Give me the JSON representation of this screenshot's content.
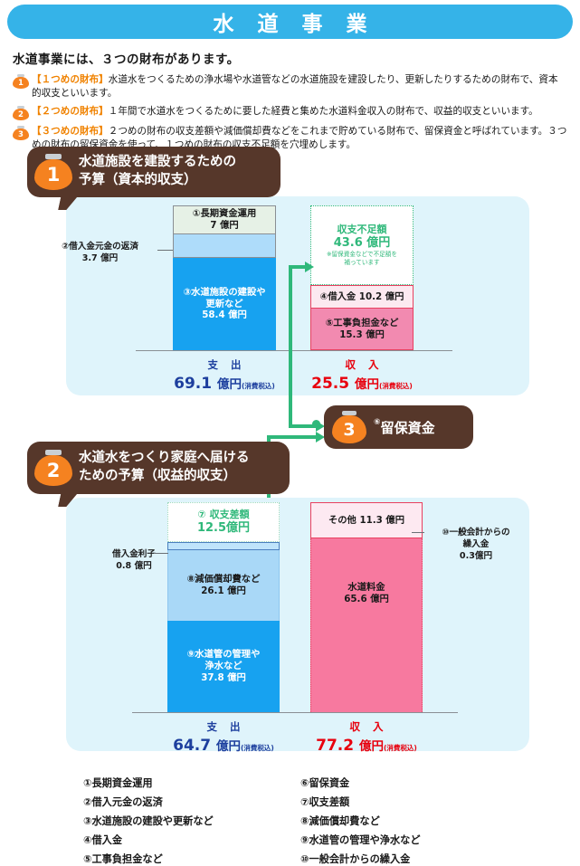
{
  "header": {
    "title": "水 道 事 業",
    "bar_color": "#35b3e8"
  },
  "intro": {
    "heading": "水道事業には、３つの財布があります。",
    "items": [
      {
        "num": "1",
        "tag": "【１つめの財布】",
        "text": "水道水をつくるための浄水場や水道管などの水道施設を建設したり、更新したりするための財布で、資本的収支といいます。"
      },
      {
        "num": "2",
        "tag": "【２つめの財布】",
        "text": "１年間で水道水をつくるために要した経費と集めた水道料金収入の財布で、収益的収支といいます。"
      },
      {
        "num": "3",
        "tag": "【３つめの財布】",
        "text": "２つめの財布の収支差額や減価償却費などをこれまで貯めている財布で、留保資金と呼ばれています。３つめの財布の留保資金を使って、１つめの財布の収支不足額を穴埋めします。"
      }
    ]
  },
  "section1": {
    "badge_num": "1",
    "bubble": "水道施設を建設するための\n予算（資本的収支）",
    "expense_label": "支 出",
    "expense_value": "69.1",
    "income_label": "収 入",
    "income_value": "25.5",
    "unit": "億円",
    "tax_note": "(消費税込)",
    "callout2": "②借入金元金の返済",
    "callout2_value": "3.7 億円",
    "expense_segments": [
      {
        "name": "seg-long-term-fund",
        "l1": "①長期資金運用",
        "l2": "7 億円",
        "color": "#e6f1e6",
        "border": "#8a8f94"
      },
      {
        "name": "seg-loan-repayment",
        "l1": "",
        "l2": "",
        "color": "#aedcfa",
        "border": "#8a8f94"
      },
      {
        "name": "seg-facility-construction",
        "l1": "③水道施設の建設や\n更新など",
        "l2": "58.4 億円",
        "color": "#17a2f0",
        "border": "#17a2f0"
      }
    ],
    "income_segments": [
      {
        "name": "seg-shortfall",
        "l1": "収支不足額",
        "l2": "43.6 億円",
        "note": "※留保資金などで不足額を\n補っています",
        "color": "#ffffff",
        "text": "#2fb87a"
      },
      {
        "name": "seg-borrowing",
        "l1": "④借入金  10.2 億円",
        "l2": "",
        "color": "#fce9f0",
        "border": "#e8405f"
      },
      {
        "name": "seg-construction-contribution",
        "l1": "⑤工事負担金など",
        "l2": "15.3 億円",
        "color": "#f28ab0",
        "border": "#e8405f"
      }
    ]
  },
  "reserve": {
    "badge_num": "3",
    "marker": "⑥",
    "label": "留保資金"
  },
  "section2": {
    "badge_num": "2",
    "bubble": "水道水をつくり家庭へ届ける\nための予算（収益的収支）",
    "expense_label": "支 出",
    "expense_value": "64.7",
    "income_label": "収 入",
    "income_value": "77.2",
    "unit": "億円",
    "tax_note": "(消費税込)",
    "callout_interest": "借入金利子",
    "callout_interest_value": "0.8 億円",
    "callout10": "⑩一般会計からの\n繰入金\n0.3億円",
    "expense_segments": [
      {
        "name": "seg-balance-difference",
        "l1": "⑦ 収支差額",
        "l2": "12.5億円",
        "color": "#ffffff",
        "text": "#2fb87a"
      },
      {
        "name": "seg-interest",
        "l1": "",
        "l2": "",
        "color": "#bfe4fb",
        "border": "#4a7fbf"
      },
      {
        "name": "seg-depreciation",
        "l1": "⑧減価償却費など",
        "l2": "26.1 億円",
        "color": "#a9d8f7",
        "border": "#8ec6ef"
      },
      {
        "name": "seg-pipe-management",
        "l1": "⑨水道管の管理や\n浄水など",
        "l2": "37.8 億円",
        "color": "#17a2f0",
        "border": "#17a2f0"
      }
    ],
    "income_segments": [
      {
        "name": "seg-other-income",
        "l1": "その他  11.3 億円",
        "l2": "",
        "color": "#fde9f1",
        "border": "#e8405f"
      },
      {
        "name": "seg-water-fees",
        "l1": "水道料金",
        "l2": "65.6 億円",
        "color": "#f7799f",
        "border": "#e8405f"
      }
    ]
  },
  "legend": {
    "left": [
      "①長期資金運用",
      "②借入元金の返済",
      "③水道施設の建設や更新など",
      "④借入金",
      "⑤工事負担金など"
    ],
    "right": [
      "⑥留保資金",
      "⑦収支差額",
      "⑧減価償却費など",
      "⑨水道管の管理や浄水など",
      "⑩一般会計からの繰入金"
    ]
  }
}
